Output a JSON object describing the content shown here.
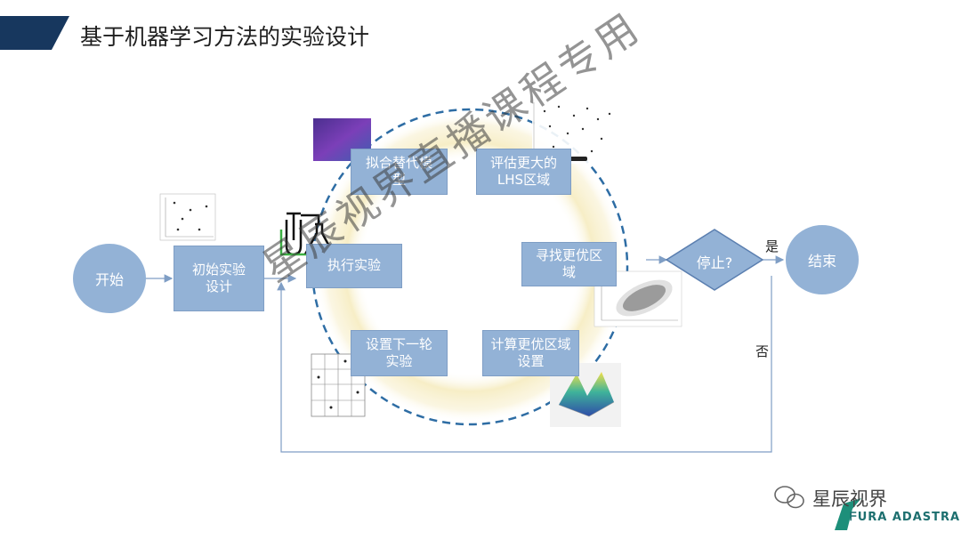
{
  "title": "基于机器学习方法的实验设计",
  "nodes": {
    "start": "开始",
    "initial_design": "初始实验设计",
    "run_experiment": "执行实验",
    "fit_surrogate": "拟合替代模型",
    "evaluate_lhs": "评估更大的LHS区域",
    "find_better_region": "寻找更优区域",
    "compute_region_settings": "计算更优区域设置",
    "set_next_round": "设置下一轮实验",
    "stop": "停止?",
    "end": "结束"
  },
  "edge_labels": {
    "yes": "是",
    "no": "否"
  },
  "watermark": "星辰视界直播课程专用",
  "brand": {
    "wechat_name": "星辰视界",
    "logo_text": "ᖴURA ADASTRA"
  },
  "colors": {
    "box_fill": "#93b2d6",
    "title_band": "#17375e",
    "dashed_circle": "#2e6da4"
  }
}
